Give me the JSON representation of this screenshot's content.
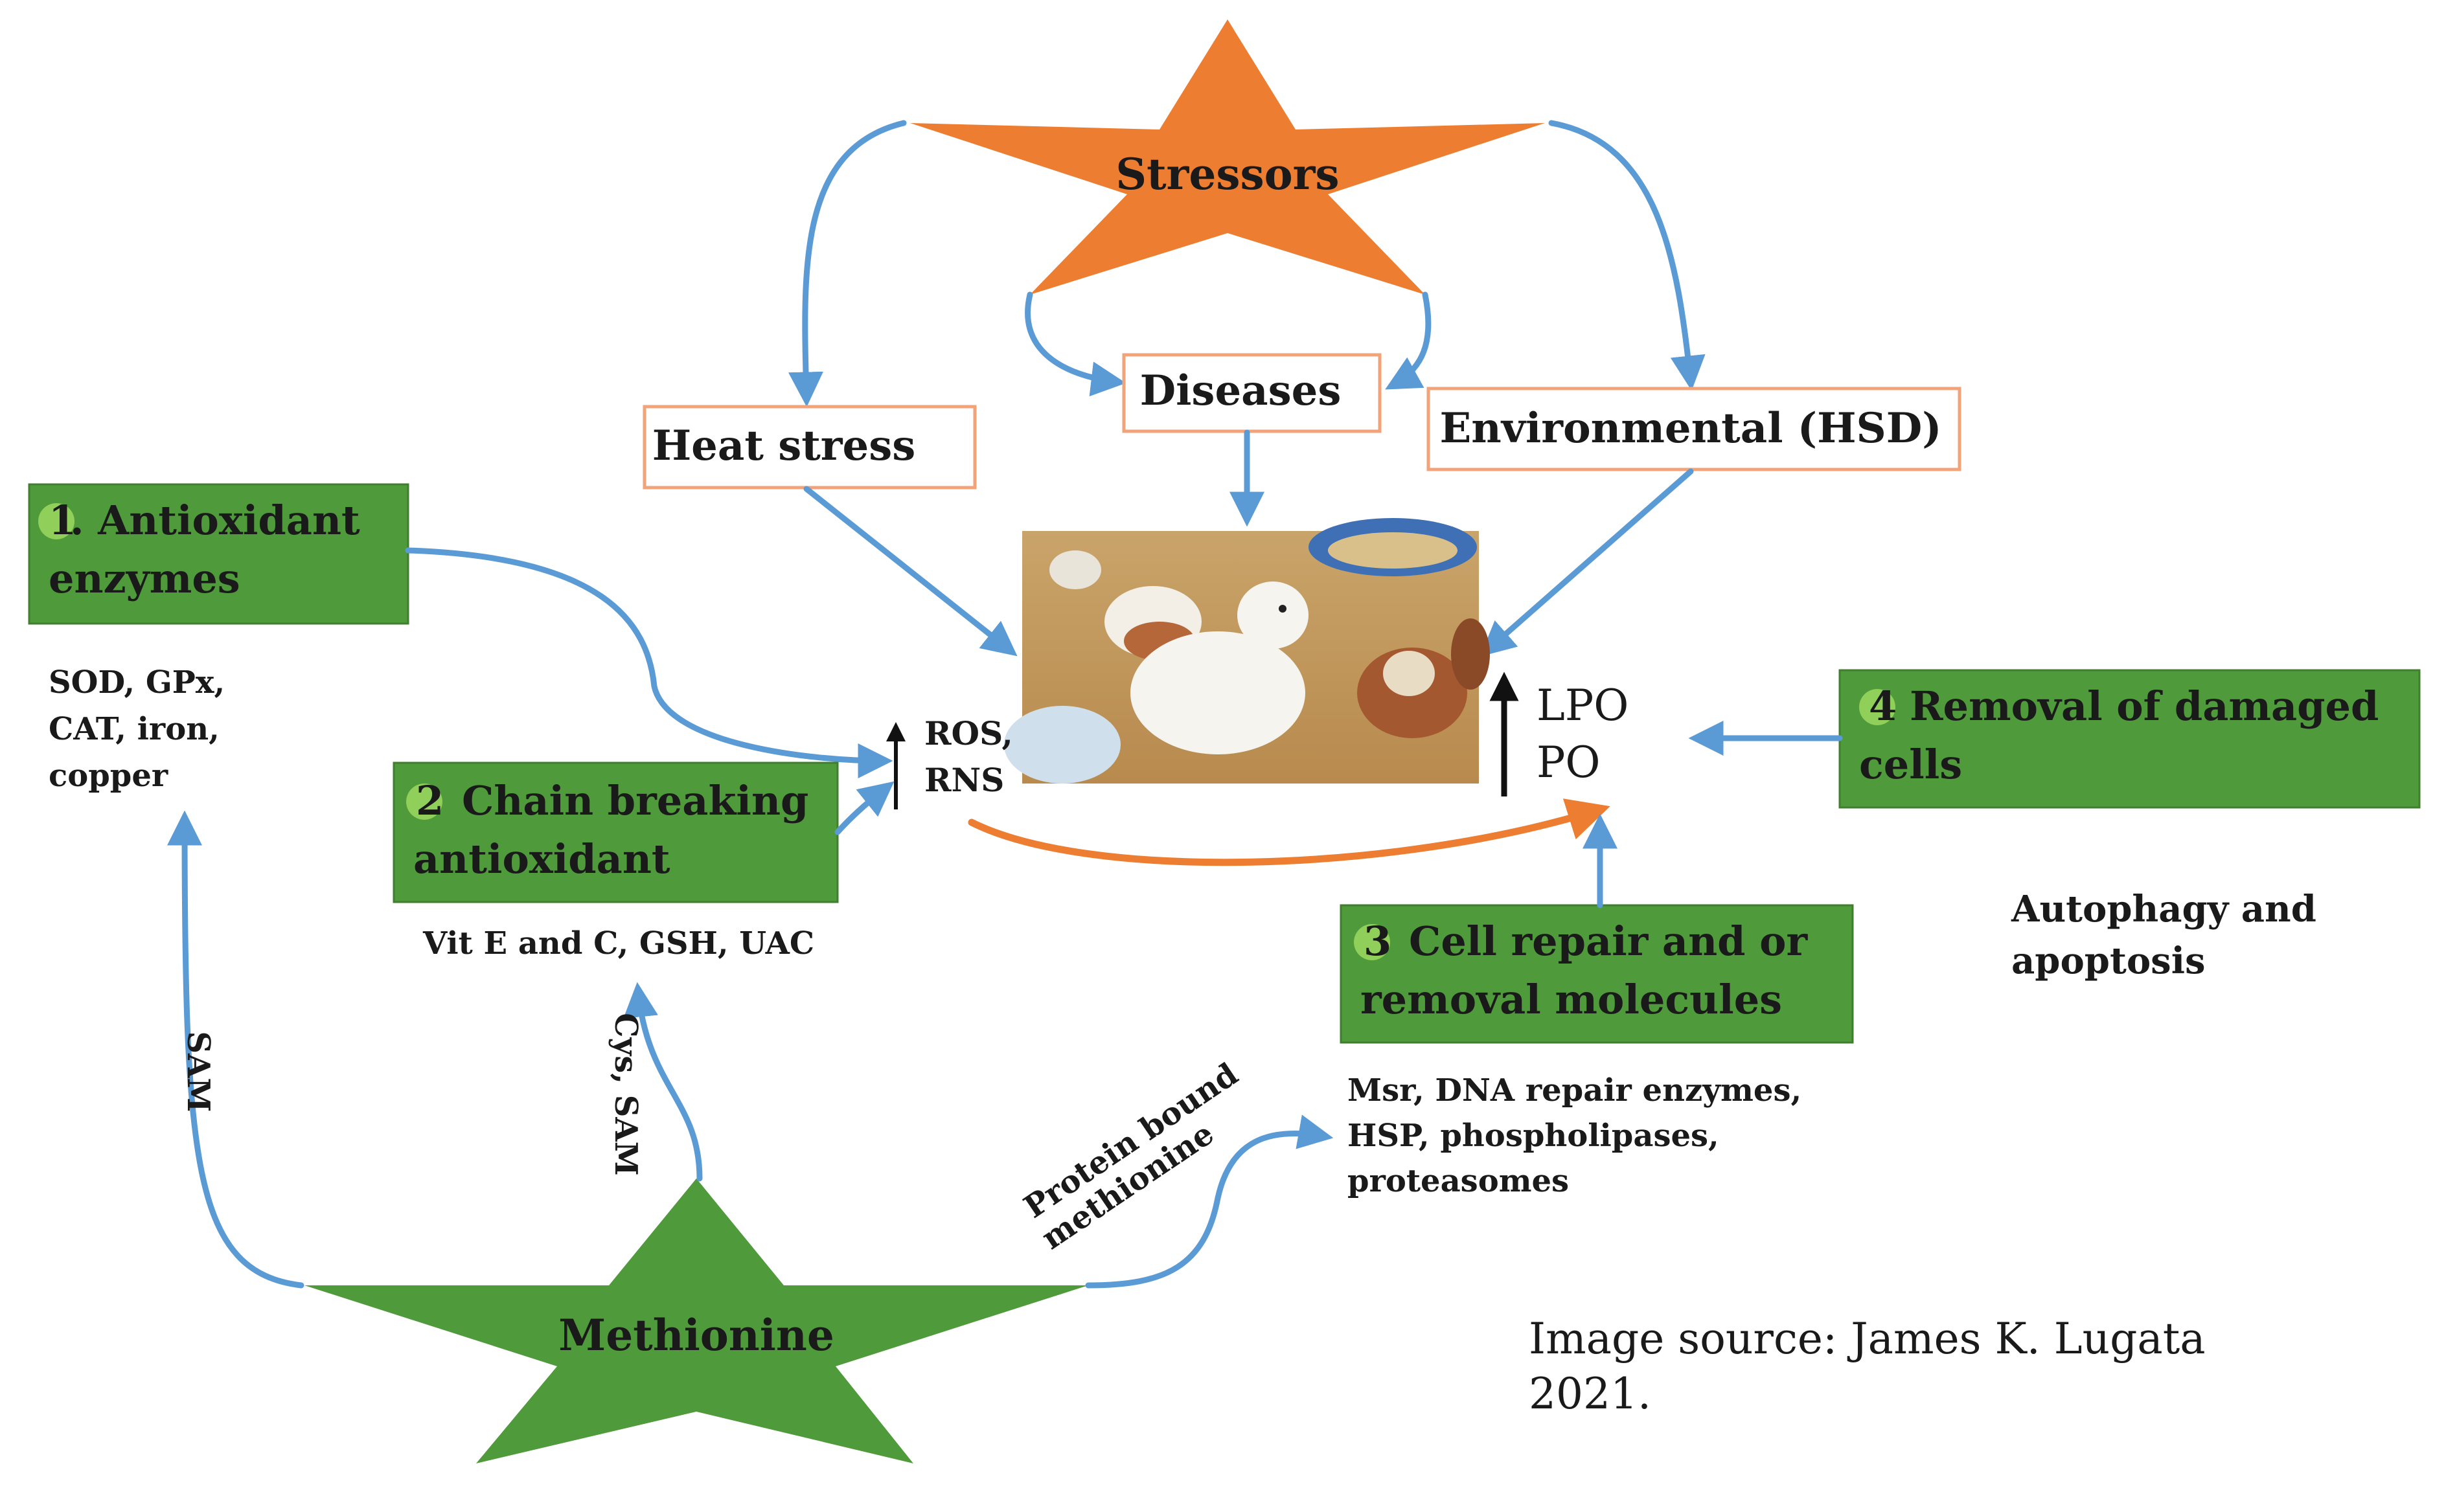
{
  "stressors": {
    "title": "Stressors",
    "color": "#ed7d31"
  },
  "stress_types": {
    "heat": "Heat stress",
    "diseases": "Diseases",
    "environmental": "Environmental (HSD)"
  },
  "center": {
    "photo_description": "chickens",
    "ros_line1": "ROS,",
    "ros_line2": "RNS",
    "lpo_line1": "LPO",
    "lpo_line2": "PO"
  },
  "boxes": [
    {
      "num": "1",
      "line1": ". Antioxidant",
      "line2": "enzymes",
      "detail": [
        "SOD, GPx,",
        "CAT, iron,",
        "copper"
      ]
    },
    {
      "num": "2",
      "line1": "Chain breaking",
      "line2": "antioxidant",
      "detail": [
        "Vit E and C, GSH, UAC"
      ]
    },
    {
      "num": "3",
      "line1": "Cell repair and or",
      "line2": "removal molecules",
      "detail": [
        "Msr, DNA repair enzymes,",
        "HSP, phospholipases,",
        "proteasomes"
      ]
    },
    {
      "num": "4",
      "line1": "Removal of damaged",
      "line2": "cells",
      "detail": [
        "Autophagy and",
        "apoptosis"
      ]
    }
  ],
  "methionine": {
    "title": "Methionine",
    "color": "#4f9a3a"
  },
  "edge_labels": {
    "sam": "SAM",
    "cys_sam": "Cys, SAM",
    "protein_line1": "Protein bound",
    "protein_line2": "methionine"
  },
  "source": {
    "line1": "Image source: James K. Lugata",
    "line2": "2021."
  },
  "colors": {
    "flow_arrow": "#5b9bd5",
    "orange_arrow": "#ed7d31",
    "box_green": "#4f9a3a"
  }
}
